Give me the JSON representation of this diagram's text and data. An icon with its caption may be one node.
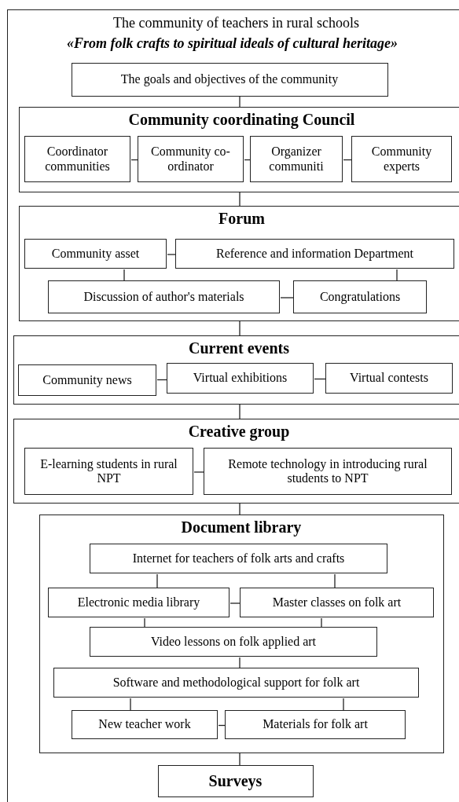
{
  "diagram": {
    "nodes": [
      {
        "text": [
          "The community of teachers in rural schools",
          "«From folk crafts to spiritual ideals of cultural heritage»"
        ]
      },
      {
        "text": [
          "The goals and objectives of the community"
        ],
        "in": 0
      },
      {
        "text": [
          "Community coordinating Council"
        ],
        "in": 0
      },
      {
        "text": [
          "Coordinator communities"
        ],
        "in": 2
      },
      {
        "text": [
          "Community co-ordinator"
        ],
        "in": 2
      },
      {
        "text": [
          "Organizer communiti"
        ],
        "in": 2
      },
      {
        "text": [
          "Community experts"
        ],
        "in": 2
      },
      {
        "text": [
          "Forum"
        ],
        "in": 0
      },
      {
        "text": [
          "Community asset"
        ],
        "in": 7
      },
      {
        "text": [
          "Reference and information Department"
        ],
        "in": 7
      },
      {
        "text": [
          "Discussion of author's materials"
        ],
        "in": 7
      },
      {
        "text": [
          "Congratulations"
        ],
        "in": 7
      },
      {
        "text": [
          "Current events"
        ],
        "in": 0
      },
      {
        "text": [
          "Community news"
        ],
        "in": 12
      },
      {
        "text": [
          "Virtual exhibitions"
        ],
        "in": 12
      },
      {
        "text": [
          "Virtual contests"
        ],
        "in": 12
      },
      {
        "text": [
          "Creative group"
        ],
        "in": 0
      },
      {
        "text": [
          "E-learning students in rural NPT"
        ],
        "in": 16
      },
      {
        "text": [
          "Remote technology in introducing rural students to NPT"
        ],
        "in": 16
      },
      {
        "text": [
          "Document library"
        ],
        "in": 0
      },
      {
        "text": [
          "Internet for teachers of folk arts and crafts"
        ],
        "in": 19
      },
      {
        "text": [
          "Electronic media library"
        ],
        "in": 19
      },
      {
        "text": [
          "Master classes on folk art"
        ],
        "in": 19
      },
      {
        "text": [
          "Video lessons on folk applied art"
        ],
        "in": 19
      },
      {
        "text": [
          "Software and methodological support for folk art"
        ],
        "in": 19
      },
      {
        "text": [
          "New teacher work"
        ],
        "in": 19
      },
      {
        "text": [
          "Materials for folk art"
        ],
        "in": 19
      },
      {
        "text": [
          "Surveys"
        ],
        "in": 0
      }
    ],
    "edges": [
      {
        "from": 1,
        "to": 2,
        "arrow": "none"
      },
      {
        "from": 3,
        "to": 4,
        "arrow": "none"
      },
      {
        "from": 4,
        "to": 5,
        "arrow": "none"
      },
      {
        "from": 5,
        "to": 6,
        "arrow": "none"
      },
      {
        "from": 2,
        "to": 7,
        "arrow": "none"
      },
      {
        "from": 8,
        "to": 9,
        "arrow": "none"
      },
      {
        "from": 8,
        "to": 10,
        "arrow": "none"
      },
      {
        "from": 9,
        "to": 11,
        "arrow": "none"
      },
      {
        "from": 10,
        "to": 11,
        "arrow": "none"
      },
      {
        "from": 7,
        "to": 12,
        "arrow": "none"
      },
      {
        "from": 13,
        "to": 14,
        "arrow": "none"
      },
      {
        "from": 14,
        "to": 15,
        "arrow": "none"
      },
      {
        "from": 12,
        "to": 16,
        "arrow": "none"
      },
      {
        "from": 17,
        "to": 18,
        "arrow": "none"
      },
      {
        "from": 16,
        "to": 19,
        "arrow": "none"
      },
      {
        "from": 20,
        "to": 21,
        "arrow": "none"
      },
      {
        "from": 20,
        "to": 22,
        "arrow": "none"
      },
      {
        "from": 21,
        "to": 22,
        "arrow": "none"
      },
      {
        "from": 21,
        "to": 23,
        "arrow": "none"
      },
      {
        "from": 22,
        "to": 23,
        "arrow": "none"
      },
      {
        "from": 23,
        "to": 24,
        "arrow": "none"
      },
      {
        "from": 24,
        "to": 25,
        "arrow": "none"
      },
      {
        "from": 24,
        "to": 26,
        "arrow": "none"
      },
      {
        "from": 25,
        "to": 26,
        "arrow": "none"
      },
      {
        "from": 19,
        "to": 27,
        "arrow": "none"
      }
    ]
  }
}
